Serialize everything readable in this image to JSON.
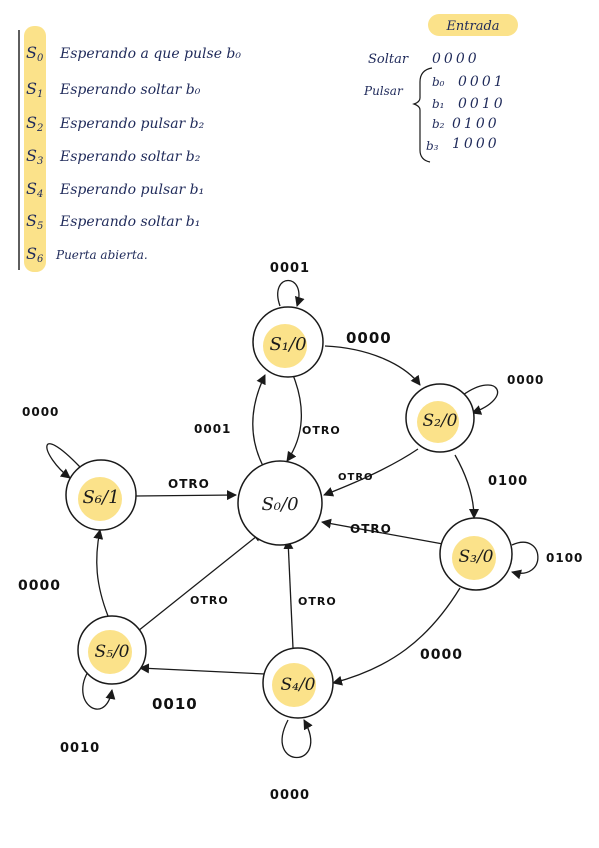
{
  "legend": {
    "states": [
      {
        "code": "S0",
        "sub": "0",
        "text": "Esperando a que pulse b₀"
      },
      {
        "code": "S1",
        "sub": "1",
        "text": "Esperando soltar b₀"
      },
      {
        "code": "S2",
        "sub": "2",
        "text": "Esperando pulsar b₂"
      },
      {
        "code": "S3",
        "sub": "3",
        "text": "Esperando soltar b₂"
      },
      {
        "code": "S4",
        "sub": "4",
        "text": "Esperando pulsar b₁"
      },
      {
        "code": "S5",
        "sub": "5",
        "text": "Esperando soltar b₁"
      },
      {
        "code": "S6",
        "sub": "6",
        "text": "Puerta abierta."
      }
    ],
    "highlight_color": "#fbe28a"
  },
  "inputs": {
    "title": "Entrada",
    "soltar_label": "Soltar",
    "soltar_code": "0000",
    "pulsar_label": "Pulsar",
    "pulsar_rows": [
      {
        "button": "b₀",
        "code": "0001"
      },
      {
        "button": "b₁",
        "code": "0010"
      },
      {
        "button": "b₂",
        "code": "0100"
      },
      {
        "button": "b₃",
        "code": "1000"
      }
    ]
  },
  "states": [
    {
      "id": "s0",
      "label": "S₀/0"
    },
    {
      "id": "s1",
      "label": "S₁/0"
    },
    {
      "id": "s2",
      "label": "S₂/0"
    },
    {
      "id": "s3",
      "label": "S₃/0"
    },
    {
      "id": "s4",
      "label": "S₄/0"
    },
    {
      "id": "s5",
      "label": "S₅/0"
    },
    {
      "id": "s6",
      "label": "S₆/1"
    }
  ],
  "transitions": [
    {
      "from": "s1",
      "to": "s1",
      "label": "0001"
    },
    {
      "from": "s1",
      "to": "s2",
      "label": "0000"
    },
    {
      "from": "s2",
      "to": "s2",
      "label": "0000"
    },
    {
      "from": "s0",
      "to": "s1",
      "label": "0001"
    },
    {
      "from": "s1",
      "to": "s0",
      "label": "OTRO"
    },
    {
      "from": "s2",
      "to": "s0",
      "label": "OTRO"
    },
    {
      "from": "s2",
      "to": "s3",
      "label": "0100"
    },
    {
      "from": "s3",
      "to": "s3",
      "label": "0100"
    },
    {
      "from": "s3",
      "to": "s0",
      "label": "OTRO"
    },
    {
      "from": "s3",
      "to": "s4",
      "label": "0000"
    },
    {
      "from": "s4",
      "to": "s4",
      "label": "0000"
    },
    {
      "from": "s4",
      "to": "s0",
      "label": "OTRO"
    },
    {
      "from": "s4",
      "to": "s5",
      "label": "0010"
    },
    {
      "from": "s5",
      "to": "s5",
      "label": "0010"
    },
    {
      "from": "s5",
      "to": "s0",
      "label": "OTRO"
    },
    {
      "from": "s5",
      "to": "s6",
      "label": "0000"
    },
    {
      "from": "s6",
      "to": "s6",
      "label": "0000"
    },
    {
      "from": "s6",
      "to": "s0",
      "label": "OTRO"
    }
  ],
  "colors": {
    "ink": "#1a1a1a",
    "handwriting": "#1f2a5a",
    "highlight": "#fbe28a"
  }
}
